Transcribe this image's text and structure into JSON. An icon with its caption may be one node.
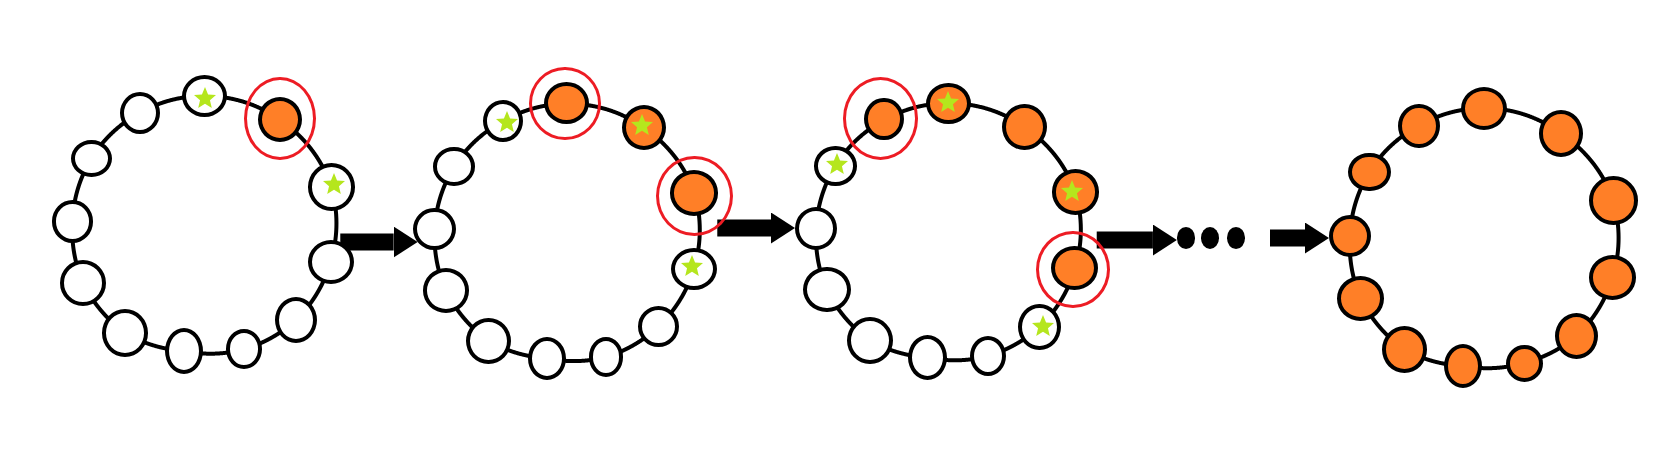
{
  "diagram": {
    "nodes": [
      {
        "text": [],
        "shape": "circle"
      },
      {
        "text": [],
        "shape": "circle"
      },
      {
        "text": [],
        "shape": "circle"
      },
      {
        "text": [],
        "shape": "circle"
      },
      {
        "text": [],
        "shape": "star",
        "in": 3
      },
      {
        "text": [],
        "shape": "ring"
      },
      {
        "text": [],
        "shape": "circle",
        "in": 5
      },
      {
        "text": [],
        "shape": "circle"
      },
      {
        "text": [],
        "shape": "star",
        "in": 7
      },
      {
        "text": [],
        "shape": "circle"
      },
      {
        "text": [],
        "shape": "circle"
      },
      {
        "text": [],
        "shape": "circle"
      },
      {
        "text": [],
        "shape": "circle"
      },
      {
        "text": [],
        "shape": "circle"
      },
      {
        "text": [],
        "shape": "circle"
      },
      {
        "text": [],
        "shape": "circle"
      },
      {
        "text": [],
        "shape": "circle"
      },
      {
        "text": [],
        "shape": "circle"
      },
      {
        "text": [],
        "shape": "star",
        "in": 17
      },
      {
        "text": [],
        "shape": "ring"
      },
      {
        "text": [],
        "shape": "circle",
        "in": 19
      },
      {
        "text": [],
        "shape": "circle"
      },
      {
        "text": [],
        "shape": "star",
        "in": 21
      },
      {
        "text": [],
        "shape": "ring"
      },
      {
        "text": [],
        "shape": "circle",
        "in": 23
      },
      {
        "text": [],
        "shape": "circle"
      },
      {
        "text": [],
        "shape": "star",
        "in": 25
      },
      {
        "text": [],
        "shape": "circle"
      },
      {
        "text": [],
        "shape": "circle"
      },
      {
        "text": [],
        "shape": "circle"
      },
      {
        "text": [],
        "shape": "circle"
      },
      {
        "text": [],
        "shape": "circle"
      },
      {
        "text": [],
        "shape": "circle"
      },
      {
        "text": [],
        "shape": "circle"
      },
      {
        "text": [],
        "shape": "star",
        "in": 33
      },
      {
        "text": [],
        "shape": "ring"
      },
      {
        "text": [],
        "shape": "circle",
        "in": 35
      },
      {
        "text": [],
        "shape": "circle"
      },
      {
        "text": [],
        "shape": "star",
        "in": 37
      },
      {
        "text": [],
        "shape": "circle"
      },
      {
        "text": [],
        "shape": "circle"
      },
      {
        "text": [],
        "shape": "star",
        "in": 40
      },
      {
        "text": [],
        "shape": "ring"
      },
      {
        "text": [],
        "shape": "circle",
        "in": 42
      },
      {
        "text": [],
        "shape": "circle"
      },
      {
        "text": [],
        "shape": "star",
        "in": 44
      },
      {
        "text": [],
        "shape": "circle"
      },
      {
        "text": [],
        "shape": "circle"
      },
      {
        "text": [],
        "shape": "circle"
      },
      {
        "text": [],
        "shape": "circle"
      },
      {
        "text": [],
        "shape": "dot"
      },
      {
        "text": [],
        "shape": "dot"
      },
      {
        "text": [],
        "shape": "dot"
      },
      {
        "text": [],
        "shape": "circle"
      },
      {
        "text": [],
        "shape": "circle"
      },
      {
        "text": [],
        "shape": "circle"
      },
      {
        "text": [],
        "shape": "circle"
      },
      {
        "text": [],
        "shape": "circle"
      },
      {
        "text": [],
        "shape": "circle"
      },
      {
        "text": [],
        "shape": "circle"
      },
      {
        "text": [],
        "shape": "circle"
      },
      {
        "text": [],
        "shape": "circle"
      },
      {
        "text": [],
        "shape": "circle"
      },
      {
        "text": [],
        "shape": "circle"
      },
      {
        "text": [],
        "shape": "circle"
      }
    ],
    "edges": [
      {
        "from": 0,
        "to": 1,
        "arrow": "none"
      },
      {
        "from": 1,
        "to": 2,
        "arrow": "none"
      },
      {
        "from": 2,
        "to": 3,
        "arrow": "none"
      },
      {
        "from": 3,
        "to": 6,
        "arrow": "none"
      },
      {
        "from": 6,
        "to": 7,
        "arrow": "none"
      },
      {
        "from": 7,
        "to": 9,
        "arrow": "none"
      },
      {
        "from": 9,
        "to": 10,
        "arrow": "none"
      },
      {
        "from": 10,
        "to": 11,
        "arrow": "none"
      },
      {
        "from": 11,
        "to": 12,
        "arrow": "none"
      },
      {
        "from": 12,
        "to": 13,
        "arrow": "none"
      },
      {
        "from": 13,
        "to": 14,
        "arrow": "none"
      },
      {
        "from": 14,
        "to": 0,
        "arrow": "none"
      },
      {
        "from": 15,
        "to": 16,
        "arrow": "none"
      },
      {
        "from": 16,
        "to": 17,
        "arrow": "none"
      },
      {
        "from": 17,
        "to": 20,
        "arrow": "none"
      },
      {
        "from": 20,
        "to": 21,
        "arrow": "none"
      },
      {
        "from": 21,
        "to": 24,
        "arrow": "none"
      },
      {
        "from": 24,
        "to": 25,
        "arrow": "none"
      },
      {
        "from": 25,
        "to": 27,
        "arrow": "none"
      },
      {
        "from": 27,
        "to": 28,
        "arrow": "none"
      },
      {
        "from": 28,
        "to": 29,
        "arrow": "none"
      },
      {
        "from": 29,
        "to": 30,
        "arrow": "none"
      },
      {
        "from": 30,
        "to": 31,
        "arrow": "none"
      },
      {
        "from": 31,
        "to": 15,
        "arrow": "none"
      },
      {
        "from": 32,
        "to": 33,
        "arrow": "none"
      },
      {
        "from": 33,
        "to": 36,
        "arrow": "none"
      },
      {
        "from": 36,
        "to": 37,
        "arrow": "none"
      },
      {
        "from": 37,
        "to": 39,
        "arrow": "none"
      },
      {
        "from": 39,
        "to": 40,
        "arrow": "none"
      },
      {
        "from": 40,
        "to": 43,
        "arrow": "none"
      },
      {
        "from": 43,
        "to": 44,
        "arrow": "none"
      },
      {
        "from": 44,
        "to": 46,
        "arrow": "none"
      },
      {
        "from": 46,
        "to": 47,
        "arrow": "none"
      },
      {
        "from": 47,
        "to": 48,
        "arrow": "none"
      },
      {
        "from": 48,
        "to": 49,
        "arrow": "none"
      },
      {
        "from": 49,
        "to": 32,
        "arrow": "none"
      },
      {
        "from": 53,
        "to": 54,
        "arrow": "none"
      },
      {
        "from": 54,
        "to": 55,
        "arrow": "none"
      },
      {
        "from": 55,
        "to": 56,
        "arrow": "none"
      },
      {
        "from": 56,
        "to": 57,
        "arrow": "none"
      },
      {
        "from": 57,
        "to": 58,
        "arrow": "none"
      },
      {
        "from": 58,
        "to": 59,
        "arrow": "none"
      },
      {
        "from": 59,
        "to": 60,
        "arrow": "none"
      },
      {
        "from": 60,
        "to": 61,
        "arrow": "none"
      },
      {
        "from": 61,
        "to": 62,
        "arrow": "none"
      },
      {
        "from": 62,
        "to": 63,
        "arrow": "none"
      },
      {
        "from": 63,
        "to": 64,
        "arrow": "none"
      },
      {
        "from": 64,
        "to": 53,
        "arrow": "none"
      },
      {
        "from": 9,
        "to": 15,
        "arrow": "to",
        "style": "thick"
      },
      {
        "from": 23,
        "to": 32,
        "arrow": "to",
        "style": "thick"
      },
      {
        "from": 42,
        "to": 50,
        "arrow": "to",
        "style": "thick"
      },
      {
        "from": null,
        "to": 53,
        "arrow": "to",
        "style": "thick"
      }
    ]
  }
}
